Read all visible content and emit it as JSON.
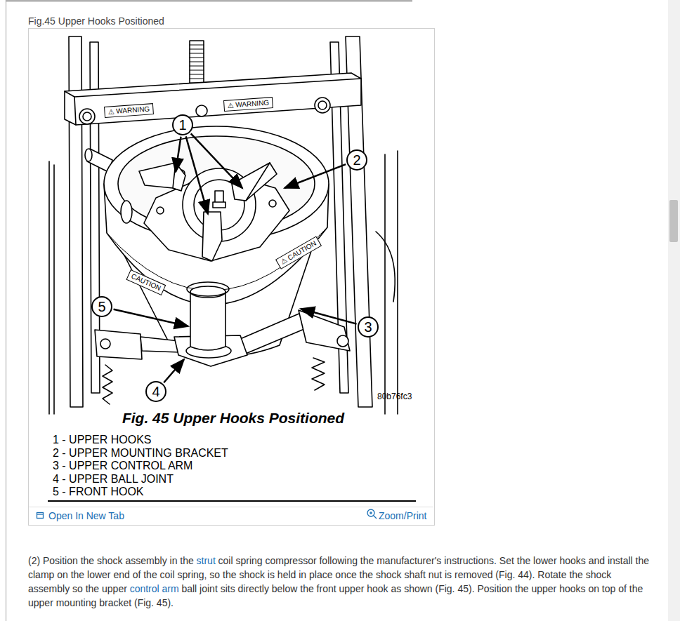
{
  "diagram": {
    "title": "Fig.45 Upper Hooks Positioned",
    "caption": "Fig. 45 Upper Hooks Positioned",
    "nodes": [
      {
        "text": [
          "1"
        ]
      },
      {
        "text": [
          "2"
        ]
      },
      {
        "text": [
          "3"
        ]
      },
      {
        "text": [
          "4"
        ]
      },
      {
        "text": [
          "5"
        ]
      }
    ],
    "labels": [
      "⚠ WARNING",
      "⚠ WARNING",
      "CAUTION",
      "⚠ CAUTION",
      "80b76fc3",
      "1 - UPPER HOOKS",
      "2 - UPPER MOUNTING BRACKET",
      "3 - UPPER CONTROL ARM",
      "4 - UPPER BALL JOINT",
      "5 - FRONT HOOK",
      "Open In New Tab",
      "Zoom/Print",
      "(2) Position the shock assembly in the",
      "strut",
      "coil spring compressor following the manufacturer's instructions. Set the lower hooks and install the clamp on the lower end of the coil spring, so the shock is held in place once the shock shaft nut is removed (Fig. 44). Rotate the shock assembly so the upper",
      "control arm",
      "ball joint sits directly below the front upper hook as shown (Fig. 45). Position the upper hooks on top of the upper mounting bracket (Fig. 45)."
    ]
  }
}
